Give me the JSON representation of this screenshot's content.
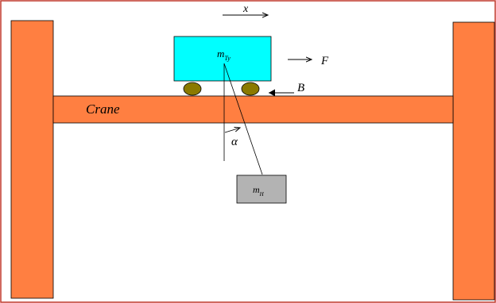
{
  "diagram": {
    "labels": {
      "crane": "Crane",
      "x_axis": "x",
      "force": "F",
      "brake": "B",
      "angle": "α",
      "trolley_mass_base": "m",
      "trolley_mass_sub": "Ty",
      "load_mass_base": "m",
      "load_mass_sub": "H"
    },
    "colors": {
      "frame_border": "#c0392b",
      "beam": "#ff7f41",
      "pillar": "#ff7f41",
      "trolley": "#00ffff",
      "wheel": "#8b7a00",
      "load": "#b3b3b3",
      "line": "#000000"
    }
  }
}
